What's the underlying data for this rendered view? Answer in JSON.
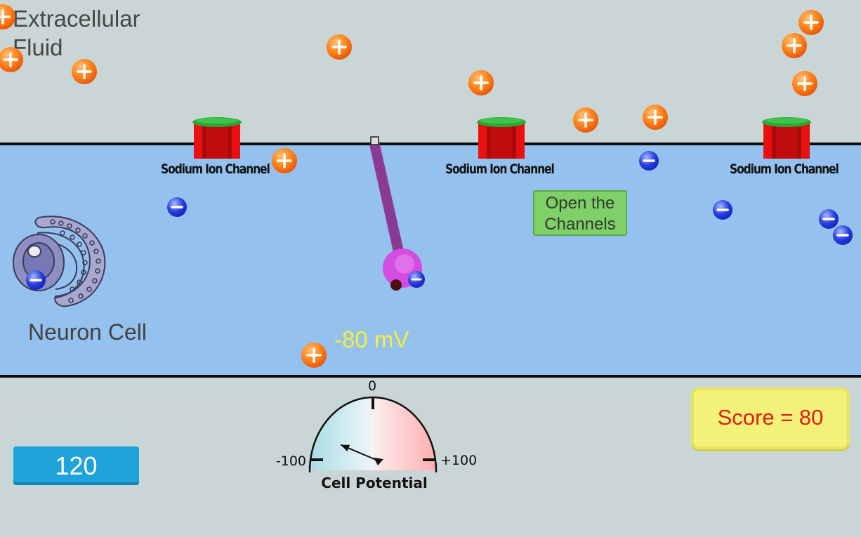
{
  "scene": {
    "fluid_label": "Extracellular Fluid",
    "neuron_label": "Neuron Cell",
    "voltage_readout": "-80 mV",
    "channel_label": "Sodium Ion Channel",
    "open_channels_button": "Open the Channels",
    "timer_value": "120",
    "score_text": "Score = 80"
  },
  "gauge": {
    "title": "Cell Potential",
    "tick_zero": "0",
    "tick_min": "-100",
    "tick_max": "+100",
    "value_mv": -80,
    "range": [
      -100,
      100
    ]
  },
  "colors": {
    "extracellular": "#c9d6d5",
    "cytoplasm": "#94c1ee",
    "positive_ion": "#ff8a1f",
    "negative_ion": "#2a3fe0",
    "channel_body": "#e81010",
    "channel_cap": "#2aa835",
    "button": "#7fd068",
    "timer": "#1ea3db",
    "score_bg": "#f4f17a",
    "score_text": "#e01f12",
    "voltage_text": "#f4ee3c"
  },
  "icons": {
    "positive_ion": "plus-sphere",
    "negative_ion": "minus-sphere",
    "channel": "sodium-channel",
    "organelle": "golgi-nucleus",
    "electrode": "micro-electrode"
  }
}
